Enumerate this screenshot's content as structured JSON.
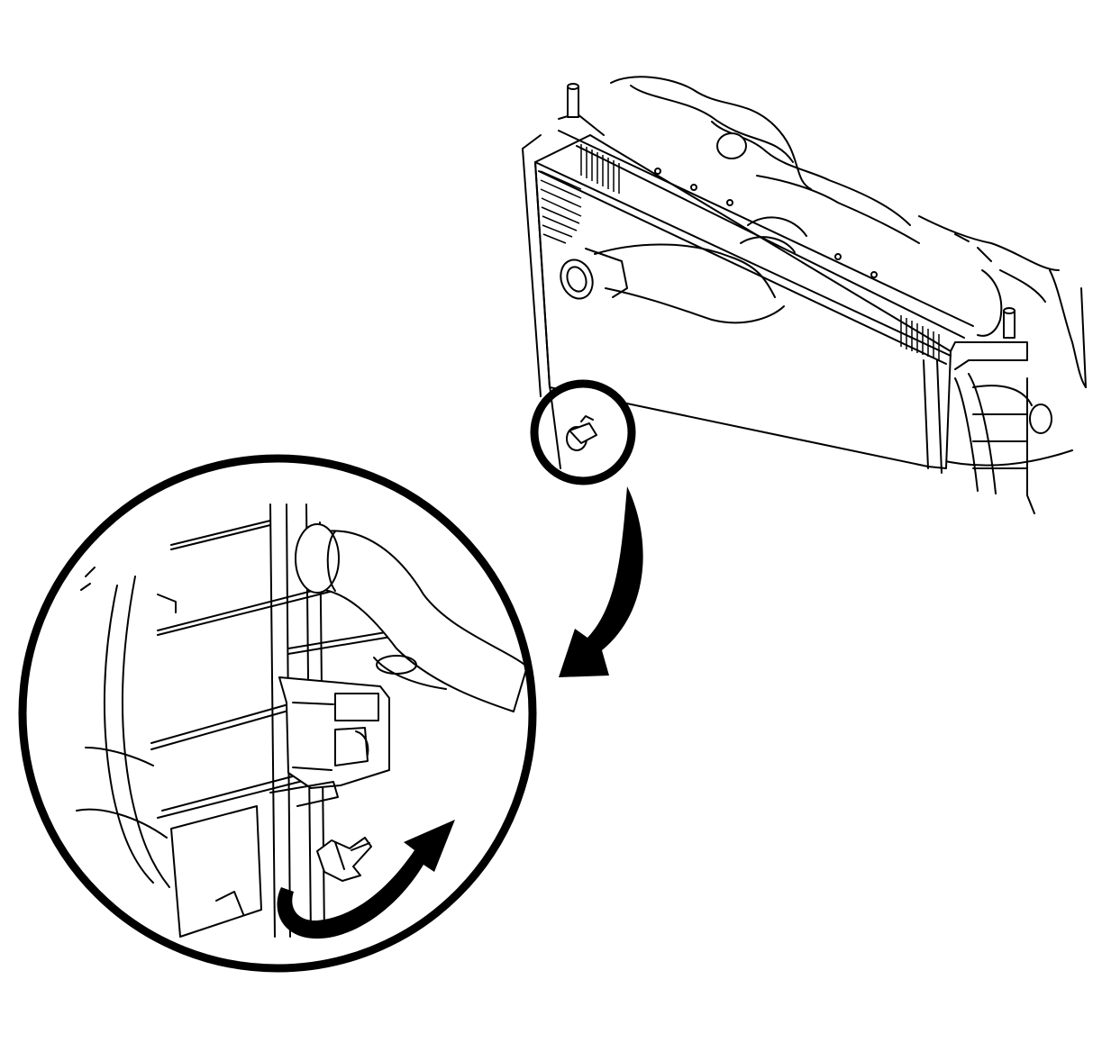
{
  "figure": {
    "background": "#ffffff",
    "line_color": "#000000",
    "icons": [
      "radiator-assembly",
      "detail-callout-circle",
      "drain-valve",
      "curved-direction-arrow",
      "rotate-arrow"
    ]
  }
}
